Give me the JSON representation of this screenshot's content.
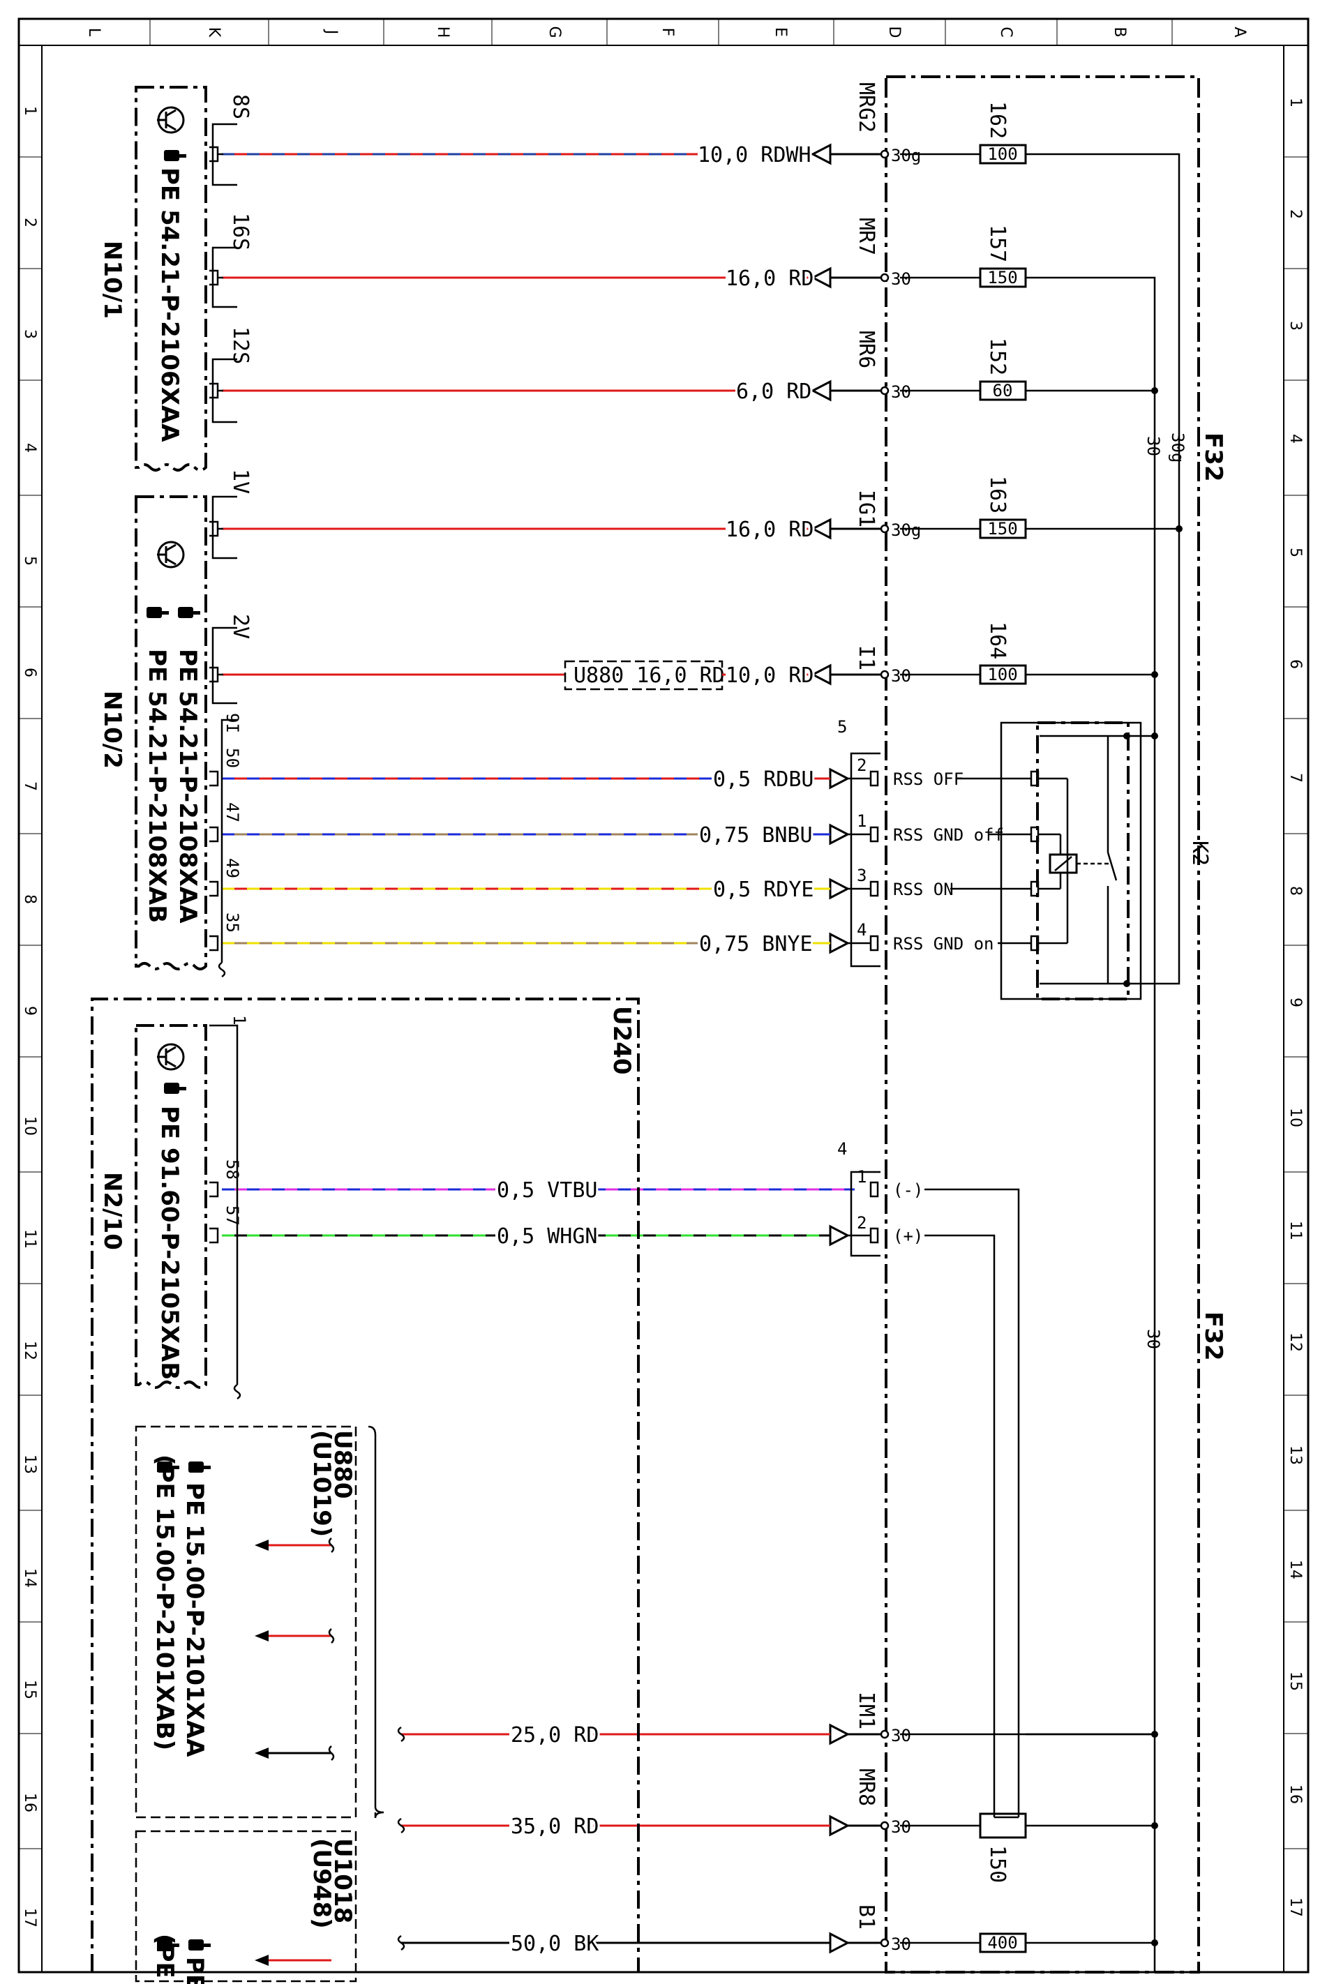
{
  "frame": {
    "col_letters": [
      "L",
      "K",
      "J",
      "H",
      "G",
      "F",
      "E",
      "D",
      "C",
      "B",
      "A"
    ],
    "row_numbers": [
      "1",
      "2",
      "3",
      "4",
      "5",
      "6",
      "7",
      "8",
      "9",
      "10",
      "11",
      "12",
      "13",
      "14",
      "15",
      "16",
      "17"
    ]
  },
  "fuse_box": {
    "label_top": "F32",
    "label_bottom": "F32",
    "bus_30g": "30g",
    "bus_30": "30",
    "bus_30_lower": "30"
  },
  "relay": {
    "label": "K2",
    "connector": "5"
  },
  "conn4": "4",
  "pins": {
    "mrg2": "MRG2",
    "mr7": "MR7",
    "mr6": "MR6",
    "ig1": "IG1",
    "i1": "I1",
    "im1": "IM1",
    "mr8": "MR8",
    "b1": "B1"
  },
  "pin_terms": {
    "t30g_a": "30g",
    "t30_b": "30",
    "t30_c": "30",
    "t30g_d": "30g",
    "t30_e": "30",
    "t30_f": "30",
    "t30_g": "30",
    "t30_h": "30"
  },
  "fuses": {
    "f162": {
      "id": "162",
      "rating": "100"
    },
    "f157": {
      "id": "157",
      "rating": "150"
    },
    "f152": {
      "id": "152",
      "rating": "60"
    },
    "f163": {
      "id": "163",
      "rating": "150"
    },
    "f164": {
      "id": "164",
      "rating": "100"
    },
    "f150": {
      "id": "150",
      "rating": ""
    },
    "f400": {
      "id": "",
      "rating": "400"
    }
  },
  "wires": {
    "w1": "10,0 RDWH",
    "w2": "16,0 RD",
    "w3": "6,0 RD",
    "w4": "16,0 RD",
    "w5": "10,0 RD",
    "w5_splice": "U880 16,0 RD",
    "w6": "0,5 RDBU",
    "w7": "0,75 BNBU",
    "w8": "0,5 RDYE",
    "w9": "0,75 BNYE",
    "w10": "0,5 VTBU",
    "w11": "0,5 WHGN",
    "w12": "25,0 RD",
    "w13": "35,0 RD",
    "w14": "50,0 BK"
  },
  "relay_pins": {
    "p2": "2",
    "p1": "1",
    "p3": "3",
    "p4": "4",
    "rss_off": "RSS OFF",
    "rss_gnd_off": "RSS GND off",
    "rss_on": "RSS ON",
    "rss_gnd_on": "RSS GND on"
  },
  "ecu_pins": {
    "p1": "1",
    "p2": "2",
    "minus": "(-)",
    "plus": "(+)"
  },
  "n10_1": {
    "name": "N10/1",
    "ref": "PE 54.21-P-2106XAA",
    "pins": [
      "8S",
      "16S",
      "12S"
    ]
  },
  "n10_2": {
    "name": "N10/2",
    "ref1": "PE 54.21-P-2108XAA",
    "ref2": "PE 54.21-P-2108XAB",
    "pins": [
      "1V",
      "2V",
      "9I",
      "50",
      "47",
      "49",
      "35"
    ]
  },
  "u240": "U240",
  "n2_10": {
    "name": "N2/10",
    "ref": "PE 91.60-P-2105XAB",
    "pins": [
      "1",
      "58",
      "57"
    ]
  },
  "u880_box": {
    "code1": "U880",
    "code2": "(U1019)",
    "ref1": "PE 15.00-P-2101XAA",
    "ref2": "(PE 15.00-P-2101XAB)"
  },
  "u1018_box": {
    "code1": "U1018",
    "code2": "(U948)",
    "ref1": "PE",
    "ref2": "(PE"
  },
  "colors": {
    "red": "#e01818",
    "blue": "#1a2ad8",
    "yellow": "#f0e000",
    "brown": "#a0845c",
    "violet": "#e030e0",
    "green": "#30e030",
    "black": "#000000"
  }
}
